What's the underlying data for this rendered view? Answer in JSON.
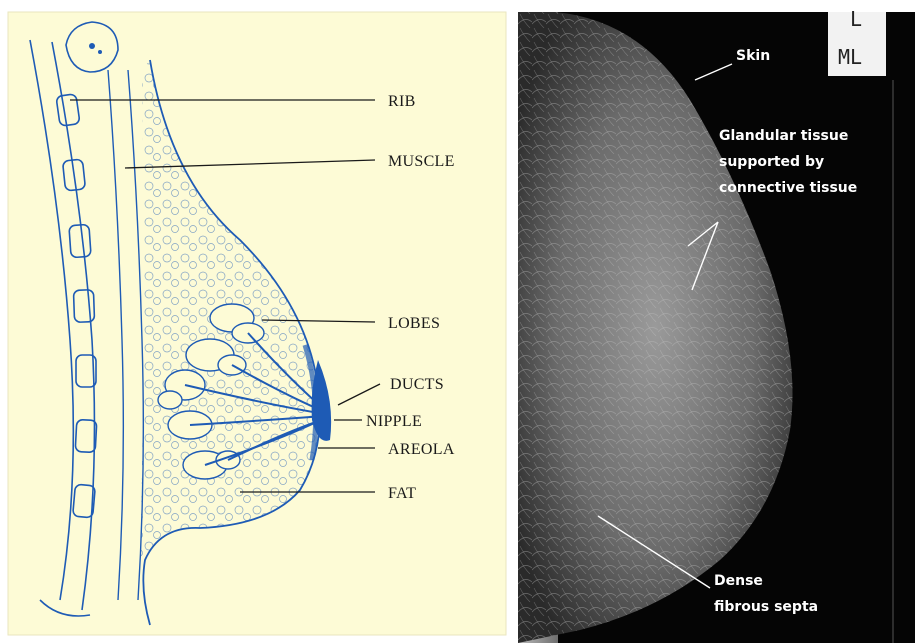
{
  "diagram": {
    "background": "#fdfbd6",
    "line_color": "#1e5bb5",
    "labels": {
      "rib": "RIB",
      "muscle": "MUSCLE",
      "lobes": "LOBES",
      "ducts": "DUCTS",
      "nipple": "NIPPLE",
      "areola": "AREOLA",
      "fat": "FAT"
    }
  },
  "xray": {
    "background": "#050505",
    "orientation_marker": {
      "top": "L",
      "bottom": "ML"
    },
    "labels": {
      "skin": "Skin",
      "glandular_line1": "Glandular tissue",
      "glandular_line2": "supported by",
      "glandular_line3": "connective tissue",
      "septa_line1": "Dense",
      "septa_line2": "fibrous septa"
    }
  }
}
